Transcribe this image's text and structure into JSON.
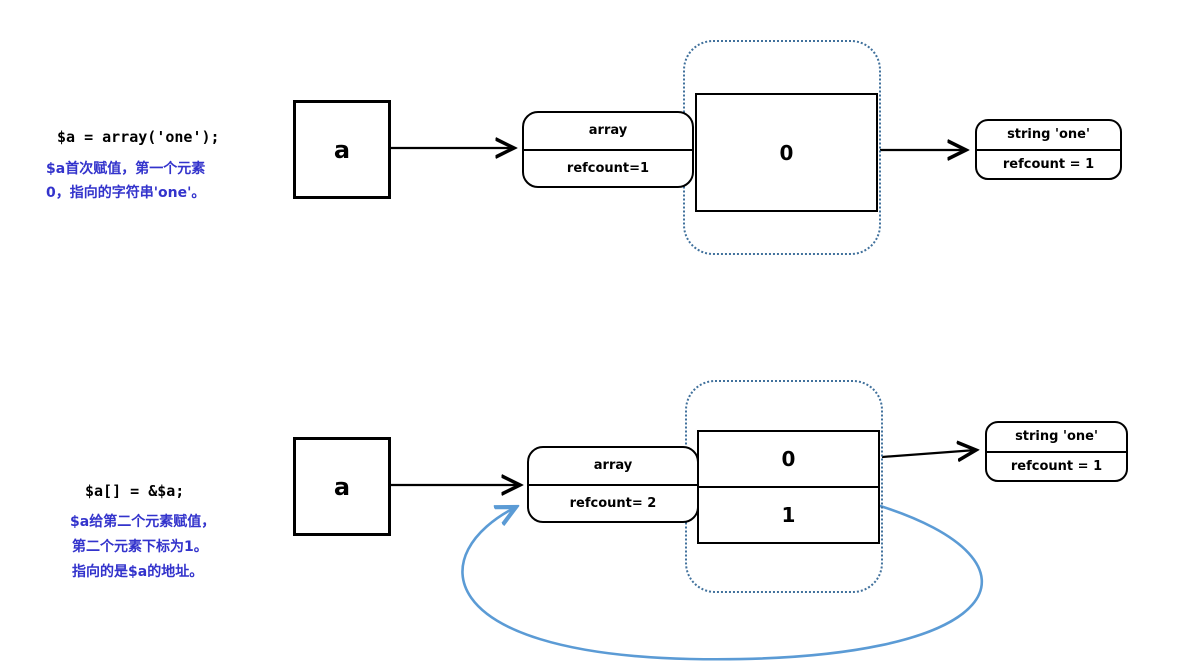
{
  "colors": {
    "note_blue": "#3333cc",
    "dotted_border_blue": "#41719c",
    "curve_blue": "#5b9bd5",
    "line_black": "#000000",
    "background": "#ffffff"
  },
  "top": {
    "code": "$a = array('one');",
    "note": [
      "$a首次赋值，第一个元素",
      "0，指向的字符串'one'。"
    ],
    "var_label": "a",
    "zval_type": "array",
    "zval_refcount": "refcount=1",
    "bucket_keys": [
      "0"
    ],
    "string_label": "string 'one'",
    "string_refcount": "refcount = 1"
  },
  "bottom": {
    "code": "$a[] = &$a;",
    "note": [
      "$a给第二个元素赋值，",
      "第二个元素下标为1。",
      "指向的是$a的地址。"
    ],
    "var_label": "a",
    "zval_type": "array",
    "zval_refcount": "refcount= 2",
    "bucket_keys": [
      "0",
      "1"
    ],
    "string_label": "string 'one'",
    "string_refcount": "refcount = 1"
  }
}
